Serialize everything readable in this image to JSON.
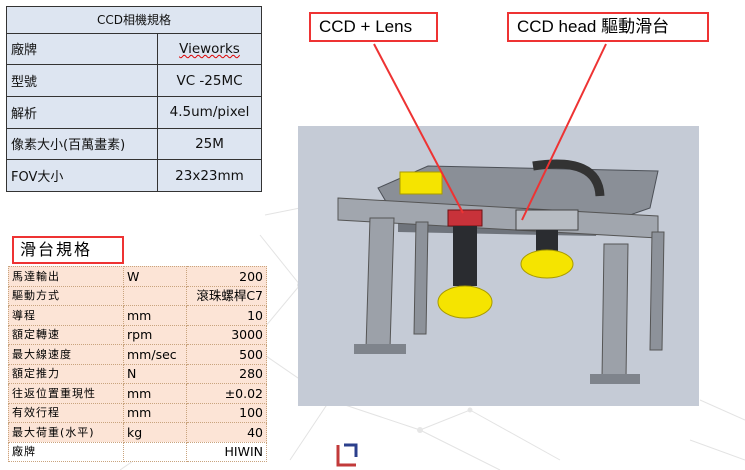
{
  "ccd_spec": {
    "title": "CCD相機規格",
    "rows": [
      {
        "key": "廠牌",
        "value": "Vieworks"
      },
      {
        "key": "型號",
        "value": "VC -25MC"
      },
      {
        "key": "解析",
        "value": "4.5um/pixel"
      },
      {
        "key": "像素大小(百萬畫素)",
        "value": "25M"
      },
      {
        "key": "FOV大小",
        "value": "23x23mm"
      }
    ]
  },
  "slide_spec": {
    "title": "滑台規格",
    "rows": [
      {
        "key": "馬達輸出",
        "unit": "W",
        "value": "200"
      },
      {
        "key": "驅動方式",
        "unit": "",
        "value": "滾珠螺桿C7"
      },
      {
        "key": "導程",
        "unit": "mm",
        "value": "10"
      },
      {
        "key": "額定轉速",
        "unit": "rpm",
        "value": "3000"
      },
      {
        "key": "最大線速度",
        "unit": "mm/sec",
        "value": "500"
      },
      {
        "key": "額定推力",
        "unit": "N",
        "value": "280"
      },
      {
        "key": "往返位置重現性",
        "unit": "mm",
        "value": "±0.02"
      },
      {
        "key": "有效行程",
        "unit": "mm",
        "value": "100"
      },
      {
        "key": "最大荷重(水平)",
        "unit": "kg",
        "value": "40"
      },
      {
        "key": "廠牌",
        "unit": "",
        "value": "HIWIN"
      }
    ]
  },
  "callouts": {
    "ccd_lens": "CCD + Lens",
    "ccd_head_slide": "CCD head 驅動滑台"
  },
  "colors": {
    "callout_border": "#ee3333",
    "ccd_table_bg": "#dde5f1",
    "slide_table_bg": "#fce4d6",
    "cad_bg": "#c5cbd6",
    "highlight_yellow": "#f5e400"
  }
}
